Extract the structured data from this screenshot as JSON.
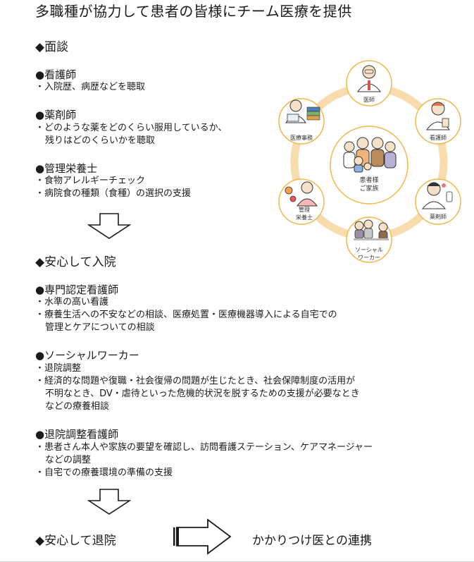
{
  "title": "多職種が協力して患者の皆様にチーム医療を提供",
  "sections": {
    "interview": {
      "heading": "◆面談",
      "nurse": {
        "title": "●看護師",
        "lines": [
          "・入院歴、病歴などを聴取"
        ]
      },
      "pharmacist": {
        "title": "●薬剤師",
        "lines": [
          "・どのような薬をどのくらい服用しているか、",
          "残りはどのくらいかを聴取"
        ]
      },
      "dietitian": {
        "title": "●管理栄養士",
        "lines": [
          "・食物アレルギーチェック",
          "・病院食の種類（食種）の選択の支援"
        ]
      }
    },
    "admission": {
      "heading": "◆安心して入院",
      "cert_nurse": {
        "title": "●専門認定看護師",
        "lines": [
          "・水準の高い看護",
          "・療養生活への不安などの相談、医療処置・医療機器導入による自宅での",
          "管理とケアについての相談"
        ]
      },
      "social_worker": {
        "title": "●ソーシャルワーカー",
        "lines": [
          "・退院調整",
          "・経済的な問題や復職・社会復帰の問題が生じたとき、社会保障制度の活用が",
          "不明なとき、DV・虐待といった危機的状況を脱するための支援が必要なとき",
          "などの療養相談"
        ]
      },
      "discharge_nurse": {
        "title": "●退院調整看護師",
        "lines": [
          "・患者さん本人や家族の要望を確認し、訪問看護ステーション、ケアマネージャー",
          "などの調整",
          "・自宅での療養環境の準備の支援"
        ]
      }
    },
    "discharge": {
      "heading": "◆安心して退院",
      "cooperation": "かかりつけ医との連携"
    }
  },
  "diagram": {
    "center": [
      "患者様",
      "ご家族"
    ],
    "doctor": "医師",
    "nurse": "看護師",
    "pharmacist": "薬剤師",
    "social_worker": [
      "ソーシャル",
      "ワーカー"
    ],
    "dietitian": [
      "管理",
      "栄養士"
    ],
    "clerk": "医療事務"
  },
  "colors": {
    "ring": "#f8dcae",
    "circle_border": "#f0b84a",
    "text": "#1a1a1a"
  },
  "icons": [
    "down-arrow-icon",
    "right-arrow-icon",
    "doctor-icon",
    "nurse-icon",
    "pharmacist-icon",
    "social-worker-icon",
    "dietitian-icon",
    "medical-clerk-icon",
    "family-icon"
  ]
}
